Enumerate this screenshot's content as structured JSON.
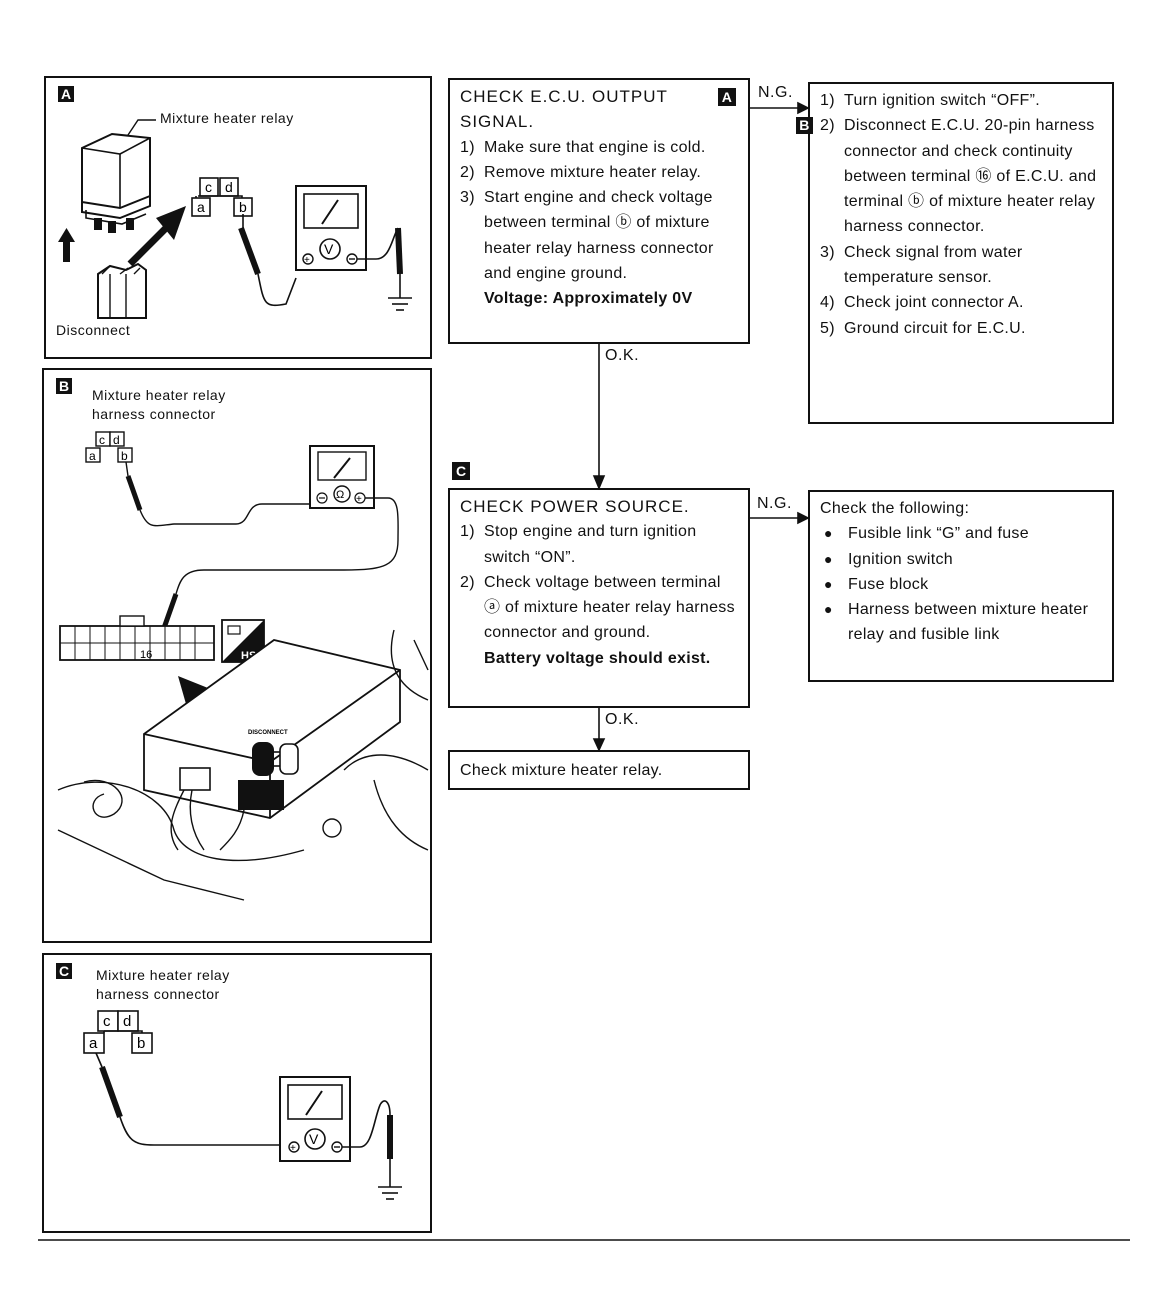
{
  "panels": {
    "a": {
      "tag": "A",
      "relay_label": "Mixture heater relay",
      "disconnect_label": "Disconnect",
      "pins": [
        "c",
        "d",
        "a",
        "b"
      ],
      "meter_symbol": "V"
    },
    "b": {
      "tag": "B",
      "connector_label_1": "Mixture heater relay",
      "connector_label_2": "harness connector",
      "pins": [
        "c",
        "d",
        "a",
        "b"
      ],
      "meter_symbol": "Ω",
      "ecu_terminal": "16",
      "hs_badge": "HS",
      "disconnect_label": "DISCONNECT"
    },
    "c": {
      "tag": "C",
      "connector_label_1": "Mixture heater relay",
      "connector_label_2": "harness connector",
      "pins": [
        "c",
        "d",
        "a",
        "b"
      ],
      "meter_symbol": "V"
    }
  },
  "flow": {
    "step1": {
      "tag": "A",
      "title_1": "CHECK E.C.U. OUTPUT",
      "title_2": "SIGNAL.",
      "items": [
        {
          "n": "1)",
          "text": "Make sure that engine is cold."
        },
        {
          "n": "2)",
          "text": "Remove mixture heater relay."
        },
        {
          "n": "3)",
          "text": "Start engine and check voltage between terminal ⓑ of mixture heater relay harness connector and engine ground."
        }
      ],
      "result": "Voltage:  Approximately 0V"
    },
    "ng1_label": "N.G.",
    "ng1_box": {
      "items": [
        {
          "n": "1)",
          "text": "Turn ignition switch “OFF”."
        },
        {
          "n": "2)",
          "text": "Disconnect E.C.U. 20-pin harness connector and check continuity between terminal ⑯ of E.C.U. and terminal ⓑ of mixture heater relay harness connector.",
          "tag": "B"
        },
        {
          "n": "3)",
          "text": "Check signal from water temperature sensor."
        },
        {
          "n": "4)",
          "text": "Check joint connector A."
        },
        {
          "n": "5)",
          "text": "Ground circuit for E.C.U."
        }
      ]
    },
    "ok1_label": "O.K.",
    "step2_tag": "C",
    "step2": {
      "title": "CHECK POWER SOURCE.",
      "items": [
        {
          "n": "1)",
          "text": "Stop engine and turn ignition switch “ON”."
        },
        {
          "n": "2)",
          "text": "Check voltage between terminal ⓐ of mixture heater relay harness connector and ground."
        }
      ],
      "result": "Battery voltage should exist."
    },
    "ng2_label": "N.G.",
    "ng2_box": {
      "heading": "Check the following:",
      "items": [
        "Fusible link “G” and fuse",
        "Ignition switch",
        "Fuse block",
        "Harness between mixture heater relay and fusible link"
      ]
    },
    "ok2_label": "O.K.",
    "final": "Check mixture heater relay."
  }
}
